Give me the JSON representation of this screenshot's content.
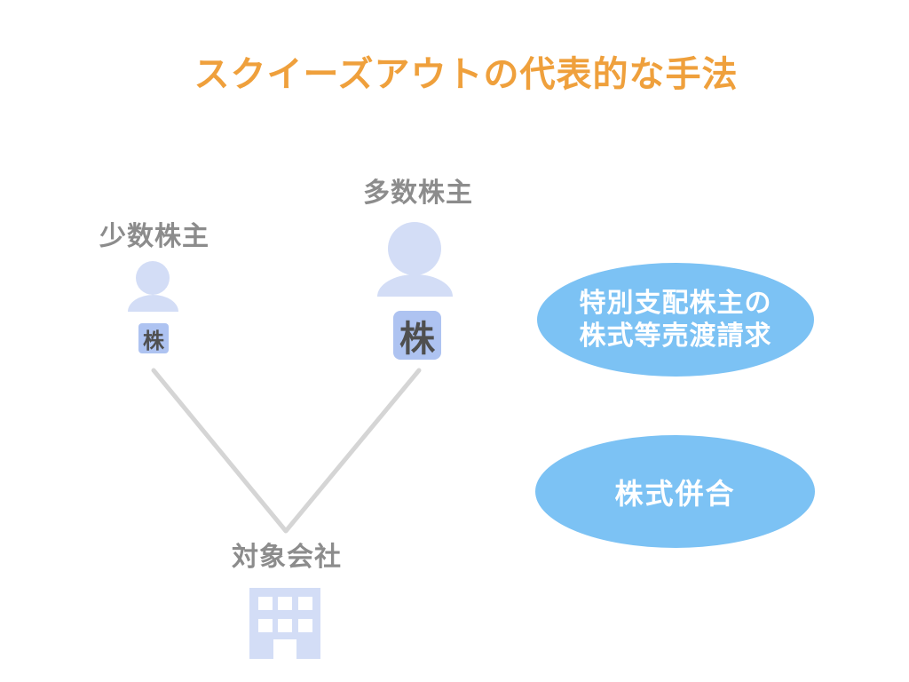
{
  "slide": {
    "title": "スクイーズアウトの代表的な手法"
  },
  "actors": {
    "majority": {
      "label": "多数株主",
      "badge": "株"
    },
    "minority": {
      "label": "少数株主",
      "badge": "株"
    }
  },
  "company": {
    "label": "対象会社"
  },
  "methods": {
    "method1": {
      "line1": "特別支配株主の",
      "line2": "株式等売渡請求"
    },
    "method2": {
      "line1": "株式併合"
    }
  },
  "icons": {
    "minority_person": "person-icon",
    "majority_person": "person-icon",
    "company_building": "building-icon"
  },
  "colors": {
    "accent-orange": "#EFA03C",
    "label-gray": "#8C8C8C",
    "icon-blue": "#D3DDF6",
    "badge-blue": "#AEC3F1",
    "badge-text": "#4F4F4F",
    "bubble-blue": "#7CC2F4",
    "bubble-text": "#FFFFFF",
    "connector-gray": "#D5D5D5",
    "background": "#FFFFFF"
  }
}
